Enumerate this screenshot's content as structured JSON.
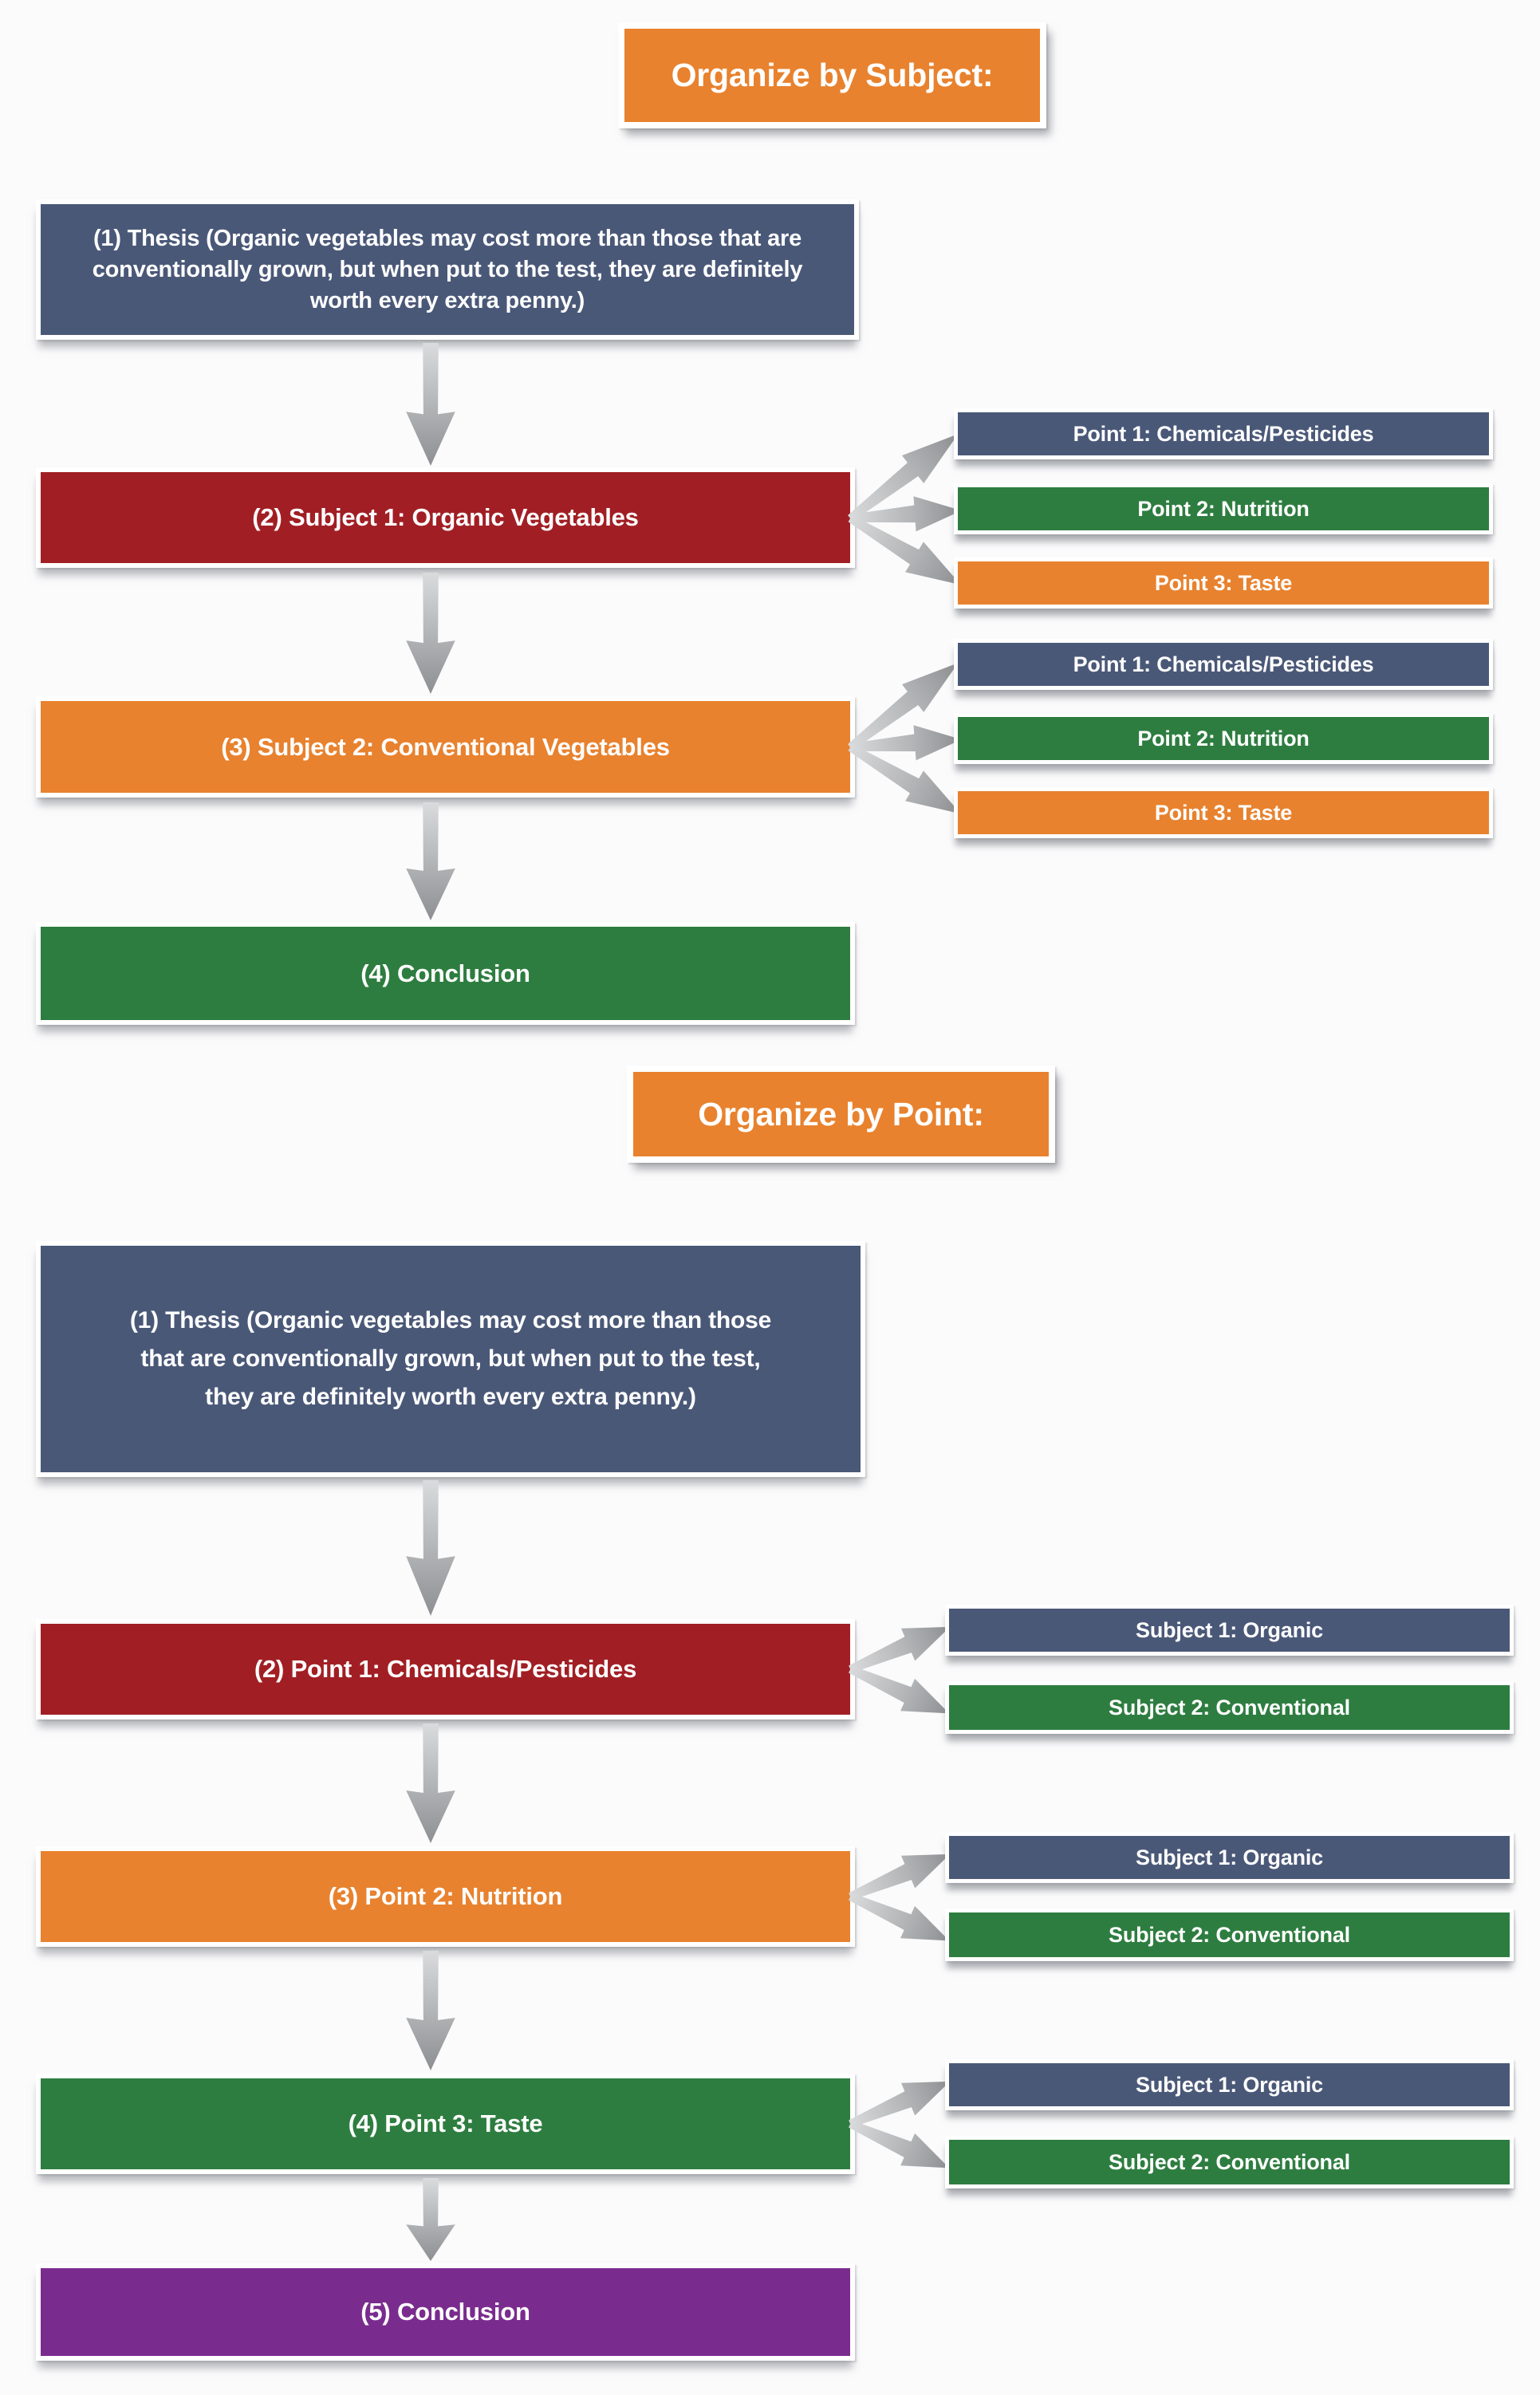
{
  "colors": {
    "orange": "#E8822E",
    "slate": "#4A5878",
    "red": "#A11F24",
    "green": "#2E7D40",
    "purple": "#7A2C8E",
    "arrow_gray": "#8F9194",
    "frame_white": "#FFFFFF",
    "background": "#FBFBFC"
  },
  "organize_by_subject": {
    "title": "Organize by Subject:",
    "thesis": "(1) Thesis (Organic vegetables may cost more than those that are conventionally grown, but when put to the test, they are definitely worth every extra penny.)",
    "subject1": "(2) Subject 1: Organic Vegetables",
    "subject2": "(3) Subject 2: Conventional Vegetables",
    "conclusion": "(4) Conclusion",
    "points": [
      "Point 1: Chemicals/Pesticides",
      "Point 2: Nutrition",
      "Point 3: Taste"
    ]
  },
  "organize_by_point": {
    "title": "Organize by Point:",
    "thesis": "(1) Thesis (Organic vegetables may cost more than those that are conventionally grown, but when put to the test, they are definitely worth every extra penny.)",
    "point1": "(2) Point 1: Chemicals/Pesticides",
    "point2": "(3) Point 2: Nutrition",
    "point3": "(4) Point 3: Taste",
    "conclusion": "(5) Conclusion",
    "subjects": [
      "Subject 1: Organic",
      "Subject 2: Conventional"
    ]
  }
}
